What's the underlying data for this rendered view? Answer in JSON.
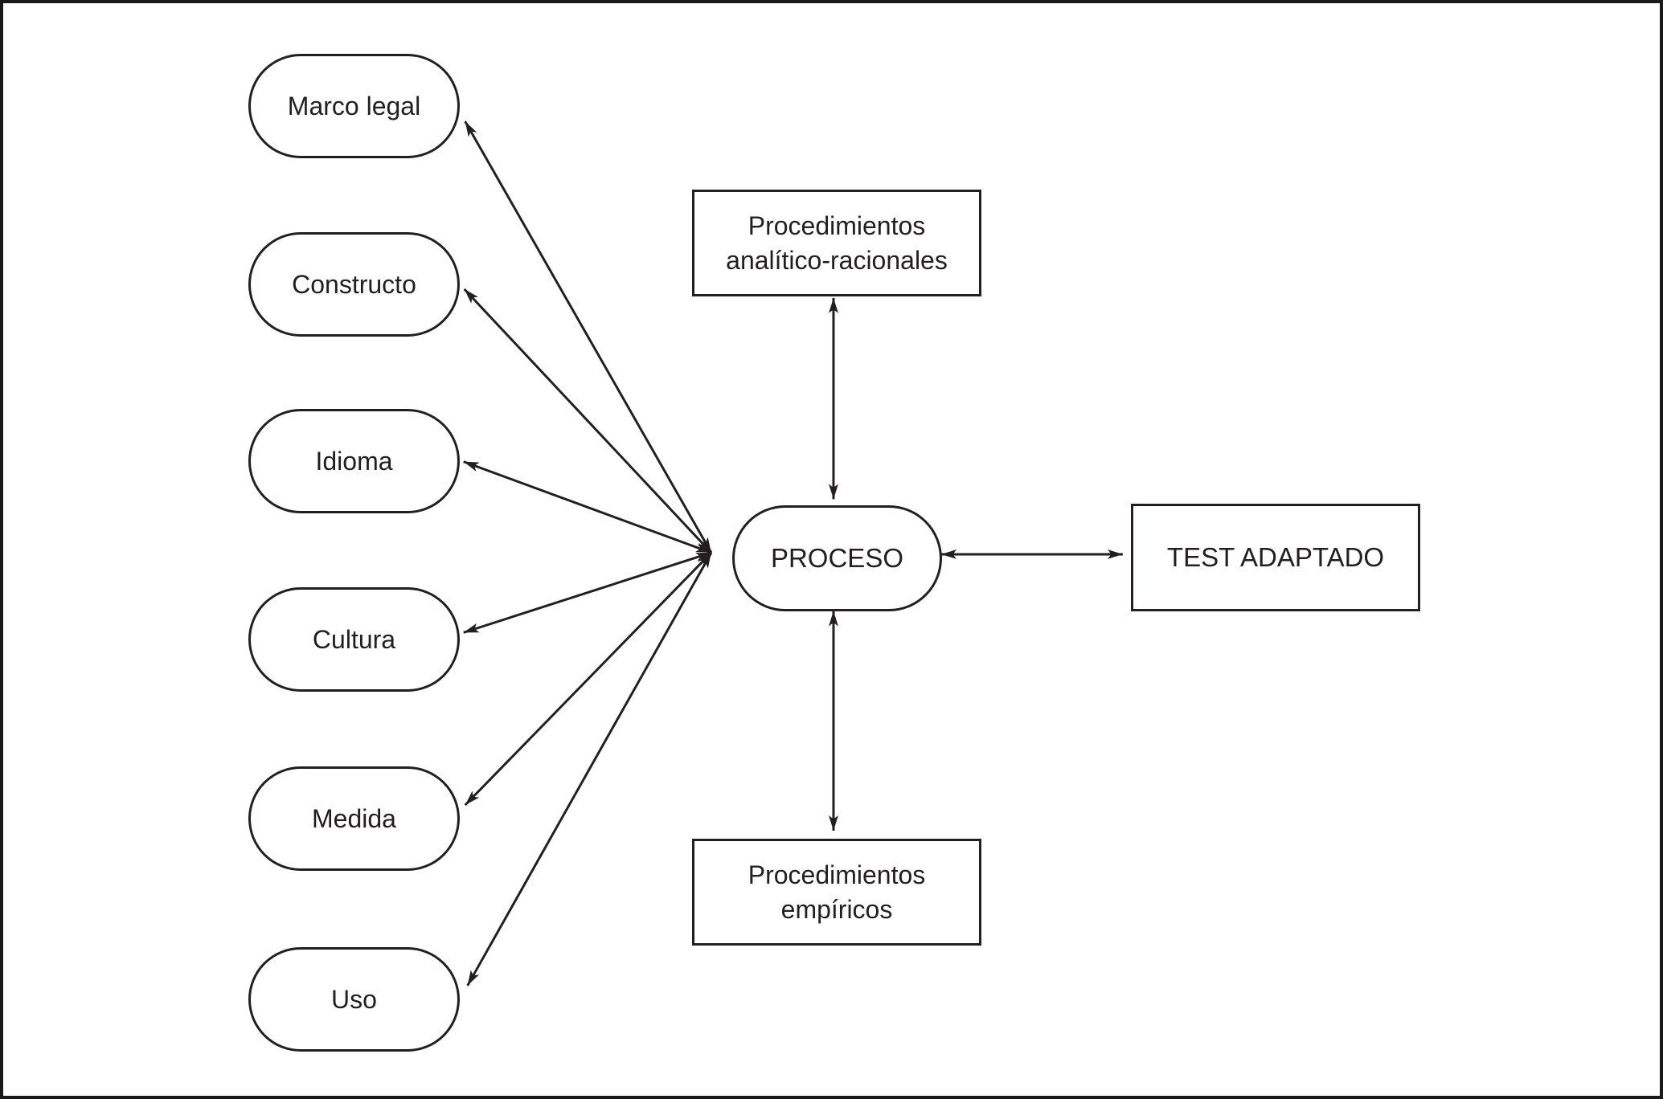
{
  "diagram": {
    "colors": {
      "ink": "#231f20",
      "background": "#ffffff"
    },
    "factors": [
      {
        "label": "Marco legal"
      },
      {
        "label": "Constructo"
      },
      {
        "label": "Idioma"
      },
      {
        "label": "Cultura"
      },
      {
        "label": "Medida"
      },
      {
        "label": "Uso"
      }
    ],
    "process": {
      "label": "PROCESO"
    },
    "procedures_top": {
      "line1": "Procedimientos",
      "line2": "analítico-racionales"
    },
    "procedures_bottom": {
      "line1": "Procedimientos",
      "line2": "empíricos"
    },
    "result": {
      "label": "TEST ADAPTADO"
    },
    "connections": [
      {
        "from": "PROCESO",
        "to": "Marco legal",
        "bidirectional": true
      },
      {
        "from": "PROCESO",
        "to": "Constructo",
        "bidirectional": true
      },
      {
        "from": "PROCESO",
        "to": "Idioma",
        "bidirectional": true
      },
      {
        "from": "PROCESO",
        "to": "Cultura",
        "bidirectional": true
      },
      {
        "from": "PROCESO",
        "to": "Medida",
        "bidirectional": true
      },
      {
        "from": "PROCESO",
        "to": "Uso",
        "bidirectional": true
      },
      {
        "from": "PROCESO",
        "to": "Procedimientos analítico-racionales",
        "bidirectional": true
      },
      {
        "from": "PROCESO",
        "to": "Procedimientos empíricos",
        "bidirectional": true
      },
      {
        "from": "PROCESO",
        "to": "TEST ADAPTADO",
        "bidirectional": true
      }
    ]
  }
}
